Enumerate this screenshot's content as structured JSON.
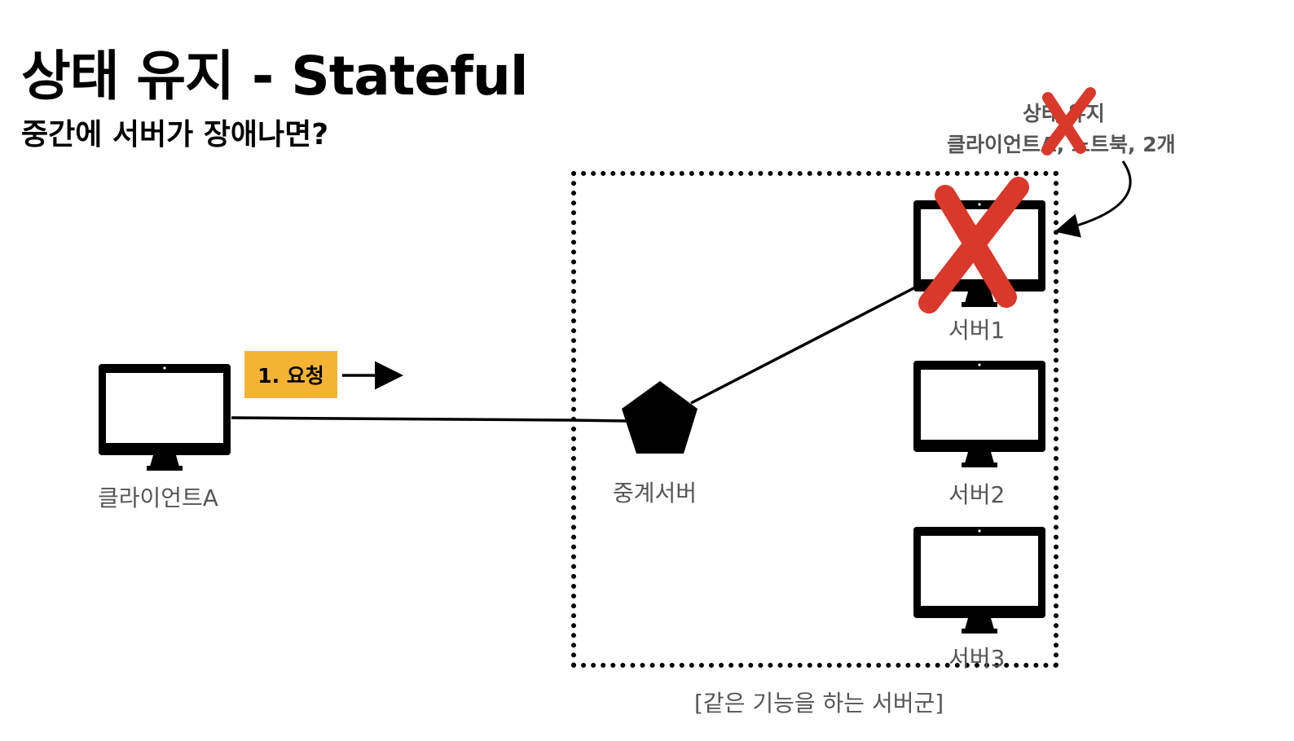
{
  "title": "상태 유지 - Stateful",
  "subtitle": "중간에 서버가 장애나면?",
  "client": {
    "label": "클라이언트A"
  },
  "request_badge": {
    "label": "1. 요청"
  },
  "relay": {
    "label": "중계서버"
  },
  "servers": [
    {
      "label": "서버1",
      "failed": true
    },
    {
      "label": "서버2",
      "failed": false
    },
    {
      "label": "서버3",
      "failed": false
    }
  ],
  "group_label": "[같은 기능을 하는 서버군]",
  "note": {
    "line1": "상태 유지",
    "line2": "클라이언트A, 노트북, 2개",
    "crossed": true
  },
  "colors": {
    "badge": "#f5b335",
    "failure_x": "#d9392b",
    "label_text": "#555555"
  }
}
